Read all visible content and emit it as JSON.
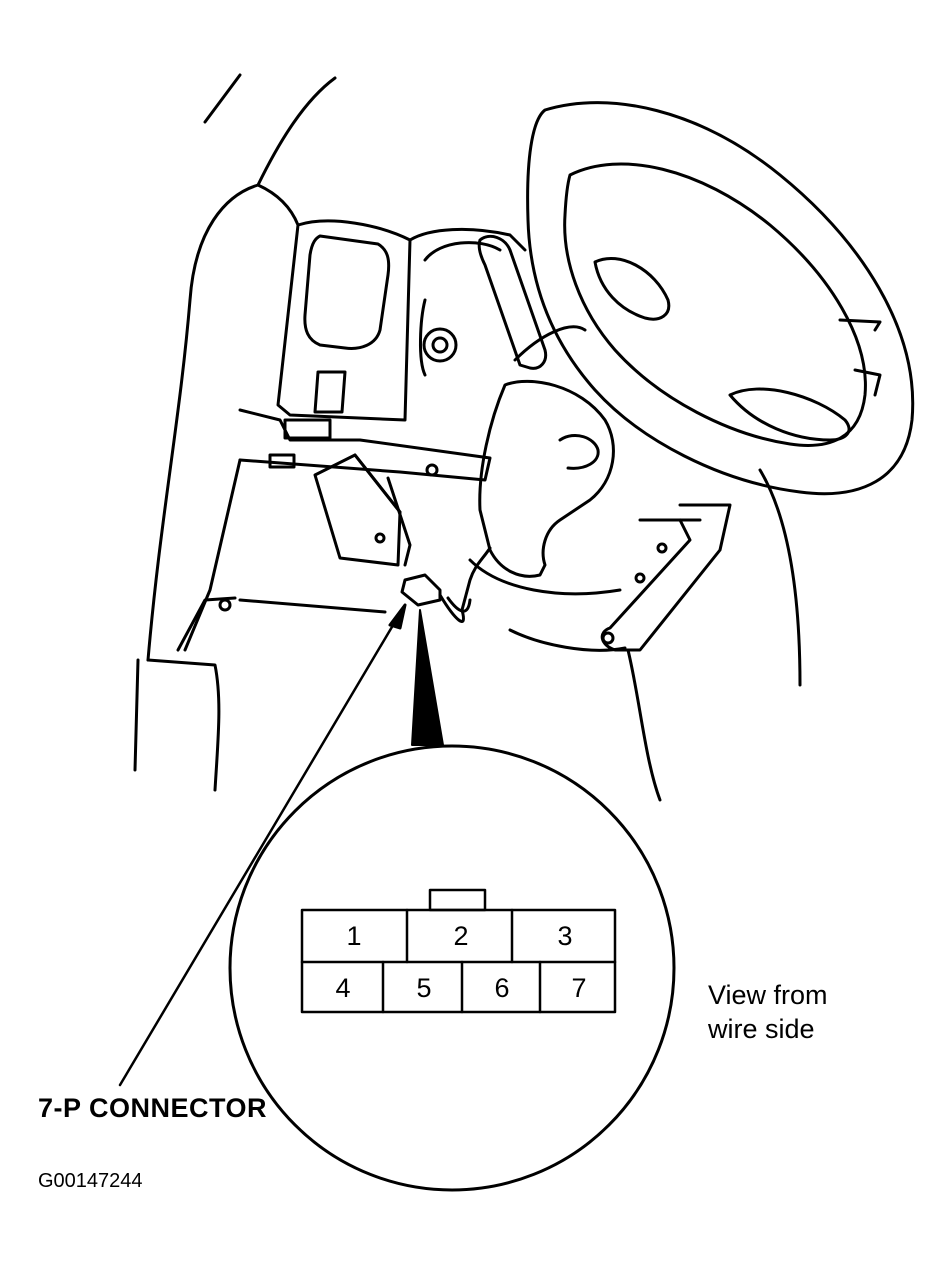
{
  "callout_label": "7-P CONNECTOR",
  "view_note_line1": "View from",
  "view_note_line2": "wire side",
  "figure_id": "G00147244",
  "connector": {
    "row1": [
      "1",
      "2",
      "3"
    ],
    "row2": [
      "4",
      "5",
      "6",
      "7"
    ]
  },
  "colors": {
    "ink": "#000000",
    "paper": "#ffffff"
  }
}
